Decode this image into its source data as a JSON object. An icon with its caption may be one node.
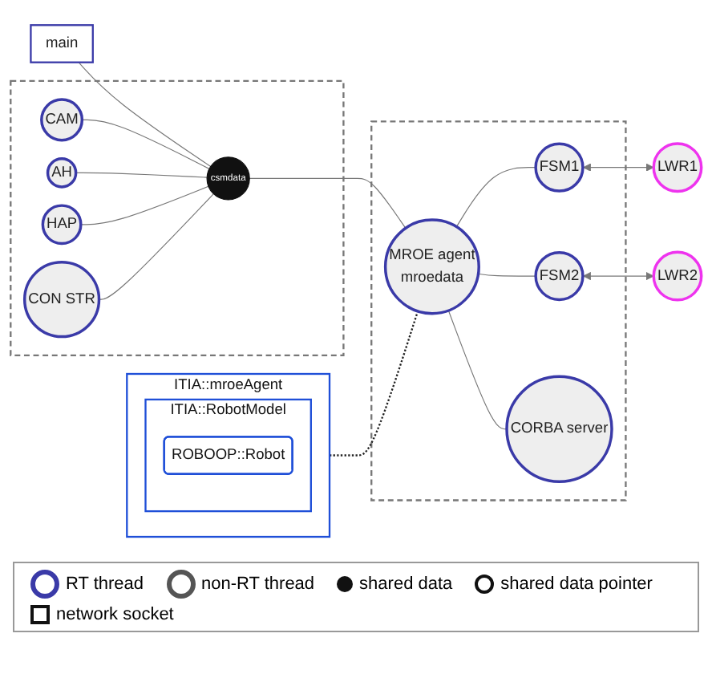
{
  "diagram": {
    "nodes": [
      {
        "text": [
          "ITIA::mroeAgent"
        ]
      },
      {
        "text": [
          "ITIA::RobotModel"
        ],
        "in": 0
      },
      {
        "text": [
          "ROBOOP::Robot"
        ],
        "in": 1
      },
      {
        "text": [
          "main"
        ]
      },
      {
        "text": [],
        "shape": "box"
      },
      {
        "text": [
          "CAM"
        ],
        "in": 4
      },
      {
        "text": [
          "AH"
        ],
        "in": 4
      },
      {
        "text": [
          "csmdata"
        ],
        "in": 4
      },
      {
        "text": [
          "HAP"
        ],
        "in": 4
      },
      {
        "text": [
          "CON STR"
        ],
        "in": 4
      },
      {
        "text": [],
        "shape": "box"
      },
      {
        "text": [
          "MROE agent",
          "mroedata"
        ],
        "in": 10
      },
      {
        "text": [
          "FSM1"
        ],
        "in": 10
      },
      {
        "text": [
          "FSM2"
        ],
        "in": 10
      },
      {
        "text": [
          "CORBA server"
        ],
        "in": 10
      },
      {
        "text": [
          "LWR1"
        ]
      },
      {
        "text": [
          "LWR2"
        ]
      }
    ],
    "edges": [
      {
        "from": 0,
        "to": 11,
        "arrow": "none",
        "style": "dashed"
      },
      {
        "from": 3,
        "to": 7,
        "arrow": "none"
      },
      {
        "from": 5,
        "to": 7,
        "arrow": "none"
      },
      {
        "from": 6,
        "to": 7,
        "arrow": "none"
      },
      {
        "from": 8,
        "to": 7,
        "arrow": "none"
      },
      {
        "from": 9,
        "to": 7,
        "arrow": "none"
      },
      {
        "from": 7,
        "to": 11,
        "arrow": "none"
      },
      {
        "from": 11,
        "to": 12,
        "arrow": "none"
      },
      {
        "from": 11,
        "to": 13,
        "arrow": "none"
      },
      {
        "from": 11,
        "to": 14,
        "arrow": "none"
      },
      {
        "from": 12,
        "to": 15,
        "arrow": "both"
      },
      {
        "from": 13,
        "to": 16,
        "arrow": "both"
      }
    ],
    "legend": [
      {
        "text": "RT thread"
      },
      {
        "text": "non-RT thread"
      },
      {
        "text": "shared data"
      },
      {
        "text": "shared data pointer"
      },
      {
        "text": "network socket"
      }
    ]
  }
}
